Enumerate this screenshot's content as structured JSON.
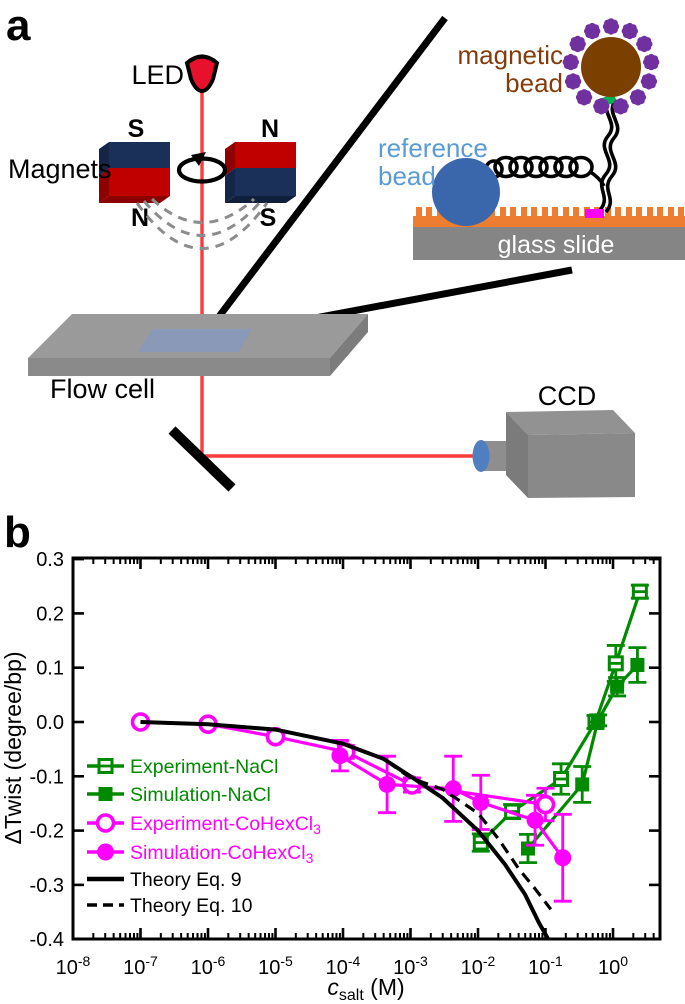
{
  "figure": {
    "panel_a": {
      "label": "a",
      "led_label": "LED",
      "magnets_label": "Magnets",
      "magnet_left_top": "S",
      "magnet_left_bottom": "N",
      "magnet_right_top": "N",
      "magnet_right_bottom": "S",
      "flow_cell_label": "Flow cell",
      "ccd_label": "CCD",
      "inset": {
        "magnetic_bead_line1": "magnetic",
        "magnetic_bead_line2": "bead",
        "reference_bead_line1": "reference",
        "reference_bead_line2": "bead",
        "glass_slide_label": "glass slide"
      }
    },
    "panel_b": {
      "label": "b"
    },
    "palette": {
      "green": "#008A00",
      "magenta": "#FF00FF",
      "black": "#000000",
      "beam_red": "#F93B3B",
      "led_red": "#E8112D",
      "magnet_navy": "#1B3059",
      "magnet_navy_dark": "#142647",
      "magnet_red": "#C00000",
      "magnet_red_dark": "#8F0000",
      "bead_brown": "#7B3F00",
      "bead_blue": "#3A66AC",
      "streptavidin_purple": "#7030A0",
      "surface_orange": "#ED7D31",
      "attachment_green": "#00B050",
      "attachment_magenta": "#FF00FF",
      "slide_gray": "#858585",
      "text_brown": "#843C0C",
      "text_blue": "#5B9BD5"
    }
  },
  "chart_data": {
    "type": "line",
    "xlabel": {
      "var": "c",
      "sub": "salt",
      "unit": " (M)"
    },
    "ylabel": "ΔTwist (degree/bp)",
    "xlim_log10": [
      -8,
      0.7
    ],
    "ylim": [
      -0.4,
      0.3
    ],
    "grid": false,
    "legend_position": "inside-left",
    "x_ticks": [
      {
        "exp": "-8"
      },
      {
        "exp": "-7"
      },
      {
        "exp": "-6"
      },
      {
        "exp": "-5"
      },
      {
        "exp": "-4"
      },
      {
        "exp": "-3"
      },
      {
        "exp": "-2"
      },
      {
        "exp": "-1"
      },
      {
        "exp": "0"
      }
    ],
    "y_ticks": [
      {
        "label": "0.3",
        "value": 0.3
      },
      {
        "label": "0.2",
        "value": 0.2
      },
      {
        "label": "0.1",
        "value": 0.1
      },
      {
        "label": "0.0",
        "value": 0.0
      },
      {
        "label": "-0.1",
        "value": -0.1
      },
      {
        "label": "-0.2",
        "value": -0.2
      },
      {
        "label": "-0.3",
        "value": -0.3
      },
      {
        "label": "-0.4",
        "value": -0.4
      }
    ],
    "series": [
      {
        "id": "experiment-nacl",
        "label": "Experiment-NaCl",
        "label_sub": "",
        "color": "#008A00",
        "marker": "square-open",
        "line": "solid",
        "points": [
          [
            0.011,
            -0.222,
            0.016
          ],
          [
            0.032,
            -0.165,
            0.013
          ],
          [
            0.17,
            -0.105,
            0.028
          ],
          [
            0.55,
            0.0,
            0.012
          ],
          [
            1.1,
            0.108,
            0.033
          ],
          [
            2.5,
            0.24,
            0.012
          ]
        ]
      },
      {
        "id": "simulation-nacl",
        "label": "Simulation-NaCl",
        "label_sub": "",
        "color": "#008A00",
        "marker": "square-filled",
        "line": "solid",
        "points": [
          [
            0.055,
            -0.233,
            0.026
          ],
          [
            0.35,
            -0.115,
            0.033
          ],
          [
            0.6,
            0.003,
            0.01
          ],
          [
            1.15,
            0.065,
            0.017
          ],
          [
            2.3,
            0.105,
            0.032
          ]
        ]
      },
      {
        "id": "experiment-cohexcl3",
        "label": "Experiment-CoHexCl",
        "label_sub": "3",
        "color": "#FF00FF",
        "marker": "circle-open",
        "line": "solid",
        "points": [
          [
            1e-07,
            0.0,
            0.004
          ],
          [
            1e-06,
            -0.004,
            0.004
          ],
          [
            1e-05,
            -0.027,
            0.008
          ],
          [
            0.00011,
            -0.055,
            0.012
          ],
          [
            0.00105,
            -0.116,
            0.013
          ],
          [
            0.1,
            -0.152,
            0.03
          ]
        ]
      },
      {
        "id": "simulation-cohexcl3",
        "label": "Simulation-CoHexCl",
        "label_sub": "3",
        "color": "#FF00FF",
        "marker": "circle-filled",
        "line": "solid",
        "points": [
          [
            9e-05,
            -0.062,
            0.028
          ],
          [
            0.00045,
            -0.115,
            0.052
          ],
          [
            0.0043,
            -0.123,
            0.06
          ],
          [
            0.011,
            -0.148,
            0.05
          ],
          [
            0.07,
            -0.181,
            0.046
          ],
          [
            0.18,
            -0.25,
            0.08
          ]
        ]
      },
      {
        "id": "theory-eq9",
        "label": "Theory Eq. 9",
        "label_sub": "",
        "color": "#000000",
        "marker": "none",
        "line": "solid",
        "points": [
          [
            1e-07,
            0,
            0
          ],
          [
            1e-06,
            -0.004,
            0
          ],
          [
            1e-05,
            -0.014,
            0
          ],
          [
            0.0001,
            -0.04,
            0
          ],
          [
            0.0004,
            -0.068,
            0
          ],
          [
            0.001,
            -0.1,
            0
          ],
          [
            0.003,
            -0.14,
            0
          ],
          [
            0.01,
            -0.2,
            0
          ],
          [
            0.025,
            -0.262,
            0
          ],
          [
            0.05,
            -0.318,
            0
          ],
          [
            0.08,
            -0.37,
            0
          ],
          [
            0.11,
            -0.4,
            0
          ]
        ]
      },
      {
        "id": "theory-eq10",
        "label": "Theory Eq. 10",
        "label_sub": "",
        "color": "#000000",
        "marker": "none",
        "line": "dashed",
        "points": [
          [
            1e-07,
            0,
            0
          ],
          [
            1e-06,
            -0.004,
            0
          ],
          [
            1e-05,
            -0.014,
            0
          ],
          [
            0.0001,
            -0.04,
            0
          ],
          [
            0.0004,
            -0.068,
            0
          ],
          [
            0.001,
            -0.103,
            0
          ],
          [
            0.003,
            -0.124,
            0
          ],
          [
            0.01,
            -0.168,
            0
          ],
          [
            0.02,
            -0.215,
            0
          ],
          [
            0.04,
            -0.27,
            0
          ],
          [
            0.07,
            -0.307,
            0
          ],
          [
            0.12,
            -0.345,
            0
          ]
        ]
      }
    ]
  }
}
